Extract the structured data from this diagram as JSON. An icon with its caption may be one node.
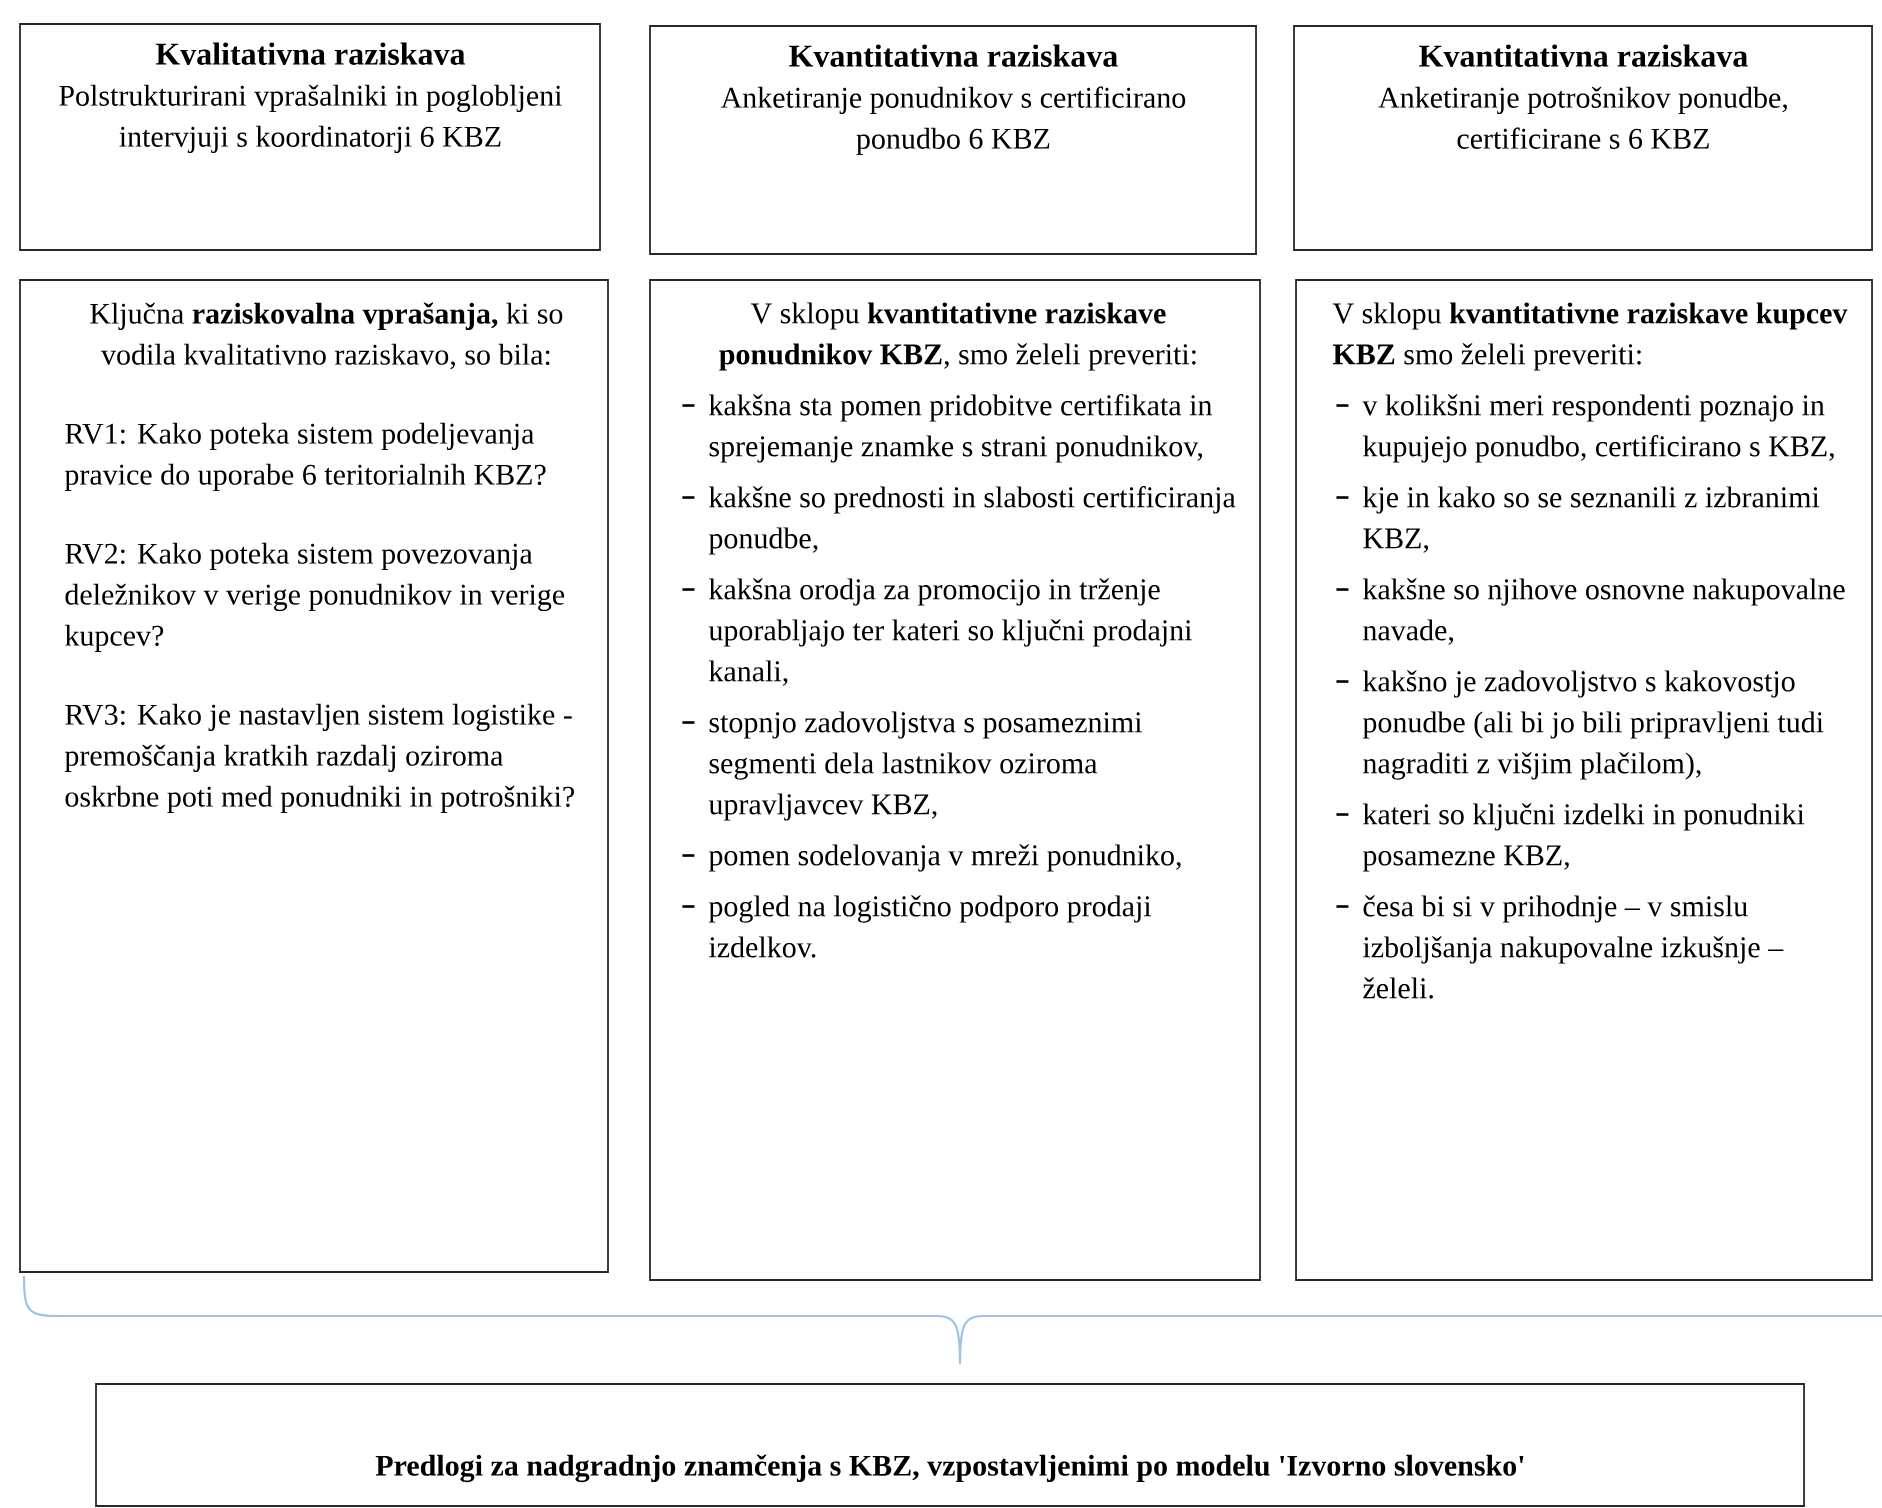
{
  "diagram": {
    "nodes": [
      {
        "text": [
          "Kvalitativna raziskava",
          "Polstrukturirani vprašalniki in poglobljeni intervjuji s koordinatorji 6 KBZ"
        ]
      },
      {
        "text": [
          "Kvantitativna raziskava",
          "Anketiranje ponudnikov s certificirano ponudbo 6 KBZ"
        ]
      },
      {
        "text": [
          "Kvantitativna raziskava",
          "Anketiranje potrošnikov ponudbe, certificirane s 6 KBZ"
        ]
      },
      {
        "text": [
          "Ključna **raziskovalna vprašanja,** ki so vodila kvalitativno raziskavo, so bila:",
          "RV1: Kako poteka sistem podeljevanja pravice do uporabe 6 teritorialnih KBZ?",
          "RV2: Kako poteka sistem povezovanja deležnikov v verige ponudnikov in verige kupcev?",
          "RV3: Kako je nastavljen sistem logistike - premoščanja kratkih razdalj oziroma oskrbne poti med ponudniki in potrošniki?"
        ]
      },
      {
        "text": [
          "V sklopu **kvantitativne raziskave ponudnikov KBZ**, smo želeli preveriti:",
          "kakšna sta pomen pridobitve certifikata in sprejemanje znamke s strani ponudnikov,",
          "kakšne so prednosti in slabosti certificiranja ponudbe,",
          "kakšna orodja za promocijo in trženje uporabljajo ter kateri so ključni prodajni kanali,",
          "stopnjo zadovoljstva s posameznimi segmenti dela lastnikov oziroma upravljavcev KBZ,",
          "pomen sodelovanja v mreži ponudniko,",
          "pogled na logistično podporo prodaji izdelkov."
        ]
      },
      {
        "text": [
          "V sklopu **kvantitativne raziskave kupcev KBZ** smo želeli preveriti:",
          "v kolikšni meri respondenti poznajo in kupujejo ponudbo, certificirano s KBZ,",
          "kje in kako so se seznanili z izbranimi KBZ,",
          "kakšne so njihove osnovne nakupovalne navade,",
          "kakšno je zadovoljstvo s kakovostjo ponudbe (ali bi jo bili pripravljeni tudi nagraditi z višjim plačilom),",
          "kateri so ključni izdelki in ponudniki posamezne KBZ,",
          "česa bi si v prihodnje – v smislu izboljšanja nakupovalne izkušnje – želeli."
        ]
      },
      {
        "text": [
          "Predlogi za nadgradnjo znamčenja s KBZ, vzpostavljenimi po modelu 'Izvorno slovensko'"
        ]
      }
    ]
  }
}
